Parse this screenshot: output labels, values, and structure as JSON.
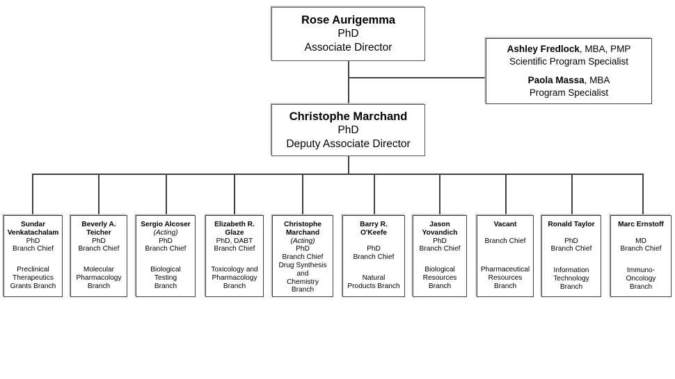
{
  "org": {
    "executives": [
      {
        "id": "associate-director",
        "name": "Rose Aurigemma",
        "credential": "PhD",
        "title": "Associate Director"
      },
      {
        "id": "deputy-associate-director",
        "name": "Christophe Marchand",
        "credential": "PhD",
        "title": "Deputy Associate Director"
      }
    ],
    "staff_box": {
      "members": [
        {
          "name": "Ashley Fredlock",
          "credential": ", MBA, PMP",
          "title": "Scientific Program Specialist"
        },
        {
          "name": "Paola Massa",
          "credential": ", MBA",
          "title": "Program Specialist"
        }
      ]
    },
    "branches": [
      {
        "name_line1": "Sundar",
        "name_line2": "Venkatachalam",
        "acting": "",
        "credential": "PhD",
        "role": "Branch Chief",
        "unit_line1": "Preclinical",
        "unit_line2": "Therapeutics",
        "unit_line3": "Grants Branch"
      },
      {
        "name_line1": "Beverly A.",
        "name_line2": "Teicher",
        "acting": "",
        "credential": "PhD",
        "role": "Branch Chief",
        "unit_line1": "Molecular",
        "unit_line2": "Pharmacology",
        "unit_line3": "Branch"
      },
      {
        "name_line1": "Sergio Alcoser",
        "name_line2": "",
        "acting": "(Acting)",
        "credential": "PhD",
        "role": "Branch Chief",
        "unit_line1": "Biological Testing",
        "unit_line2": "Branch",
        "unit_line3": ""
      },
      {
        "name_line1": "Elizabeth R.",
        "name_line2": "Glaze",
        "acting": "",
        "credential": "PhD, DABT",
        "role": "Branch Chief",
        "unit_line1": "Toxicology and",
        "unit_line2": "Pharmacology",
        "unit_line3": "Branch"
      },
      {
        "name_line1": "Christophe",
        "name_line2": "Marchand",
        "acting": "(Acting)",
        "credential": "PhD",
        "role": "Branch Chief",
        "unit_line1": "Drug Synthesis",
        "unit_line2": "and",
        "unit_line3": "Chemistry Branch"
      },
      {
        "name_line1": "Barry R. O'Keefe",
        "name_line2": "",
        "acting": "",
        "credential": "PhD",
        "role": "Branch Chief",
        "unit_line1": "Natural",
        "unit_line2": "Products Branch",
        "unit_line3": ""
      },
      {
        "name_line1": "Jason",
        "name_line2": "Yovandich",
        "acting": "",
        "credential": "PhD",
        "role": "Branch Chief",
        "unit_line1": "Biological",
        "unit_line2": "Resources",
        "unit_line3": "Branch"
      },
      {
        "name_line1": "Vacant",
        "name_line2": "",
        "acting": "",
        "credential": "",
        "role": "Branch Chief",
        "unit_line1": "Pharmaceutical",
        "unit_line2": "Resources",
        "unit_line3": "Branch"
      },
      {
        "name_line1": "Ronald Taylor",
        "name_line2": "",
        "acting": "",
        "credential": "PhD",
        "role": "Branch Chief",
        "unit_line1": "Information",
        "unit_line2": "Technology",
        "unit_line3": "Branch"
      },
      {
        "name_line1": "Marc Ernstoff",
        "name_line2": "",
        "acting": "",
        "credential": "MD",
        "role": "Branch Chief",
        "unit_line1": "Immuno-",
        "unit_line2": "Oncology Branch",
        "unit_line3": ""
      }
    ],
    "colors": {
      "line": "#3f3f3f",
      "border": "#3f3f3f",
      "shadow": "#b8b8b8",
      "background": "#ffffff",
      "text": "#000000"
    }
  }
}
